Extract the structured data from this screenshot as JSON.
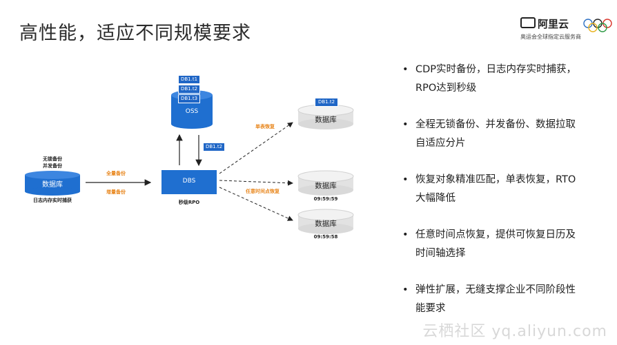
{
  "title": "高性能，适应不同规模要求",
  "logo": {
    "brand": "阿里云",
    "subtitle": "奥运会全球指定云服务商",
    "icon": "aliyun-logo-icon",
    "rings_icon": "olympic-rings-icon"
  },
  "diagram": {
    "source": {
      "top_line1": "无锁备份",
      "top_line2": "并发备份",
      "label": "数据库",
      "bottom": "日志内存实时捕获"
    },
    "arrow_full": "全量备份",
    "arrow_incr": "增量备份",
    "dbs": {
      "label": "DBS",
      "caption": "秒级RPO"
    },
    "oss": {
      "label": "OSS",
      "tags": [
        "DB1.t1",
        "DB1.t2",
        "DB1.t3"
      ],
      "restore_tag": "DB1.t2"
    },
    "single_table_restore": "单表恢复",
    "point_in_time_restore": "任意时间点恢复",
    "targets": [
      {
        "label": "数据库",
        "tag": "DB1.t2",
        "time": ""
      },
      {
        "label": "数据库",
        "tag": "",
        "time": "09:59:59"
      },
      {
        "label": "数据库",
        "tag": "",
        "time": "09:59:58"
      }
    ]
  },
  "bullets": [
    {
      "line1": "CDP实时备份，日志内存实时捕获，",
      "line2": "RPO达到秒级"
    },
    {
      "line1": "全程无锁备份、并发备份、数据拉取",
      "line2": "自适应分片"
    },
    {
      "line1": "恢复对象精准匹配，单表恢复，RTO",
      "line2": "大幅降低"
    },
    {
      "line1": "任意时间点恢复，提供可恢复日历及",
      "line2": "时间轴选择"
    },
    {
      "line1": "弹性扩展，无缝支撑企业不同阶段性",
      "line2": "能要求"
    }
  ],
  "bullet_symbol": "•",
  "watermark": "云栖社区 yq.aliyun.com",
  "colors": {
    "blue": "#1f66c6",
    "orange": "#e8871e",
    "grey_db": "#d9d9d9"
  }
}
